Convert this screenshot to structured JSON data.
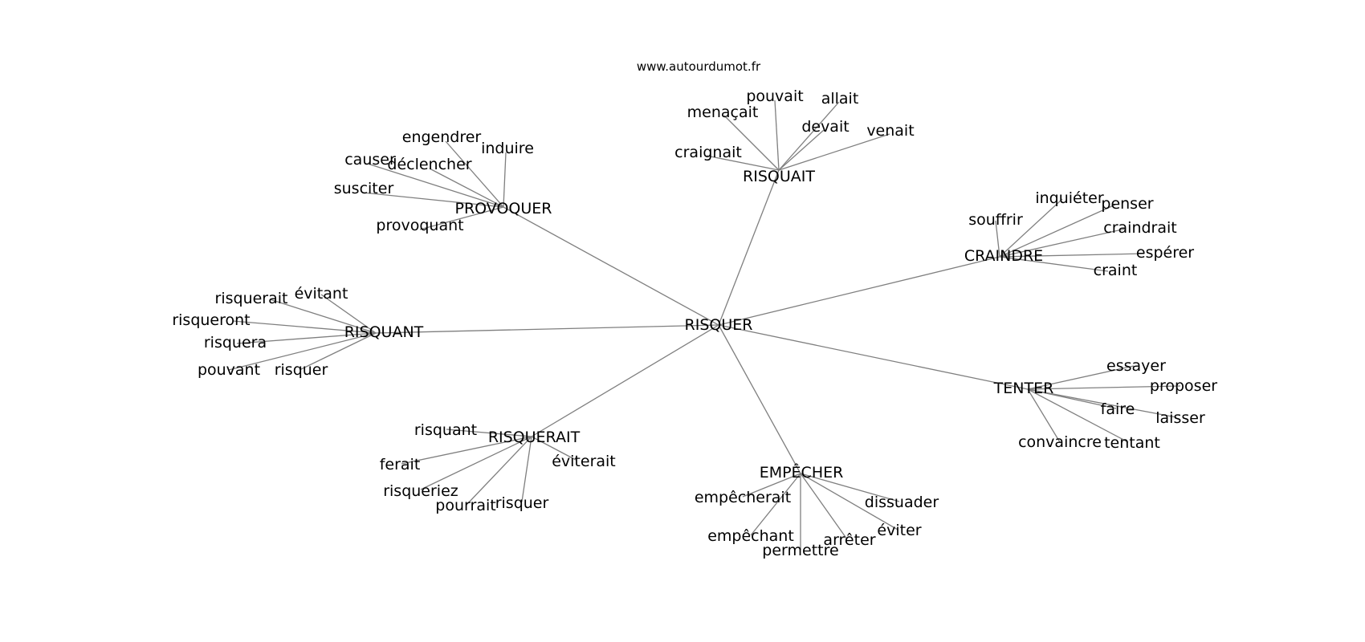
{
  "source": "www.autourdumot.fr",
  "graph": {
    "center": "RISQUER",
    "hubs": [
      {
        "id": "provoquer",
        "label": "PROVOQUER",
        "leaves": [
          "engendrer",
          "induire",
          "causer",
          "déclencher",
          "susciter",
          "provoquant"
        ]
      },
      {
        "id": "risquait",
        "label": "RISQUAIT",
        "leaves": [
          "menaçait",
          "pouvait",
          "allait",
          "devait",
          "venait",
          "craignait"
        ]
      },
      {
        "id": "craindre",
        "label": "CRAINDRE",
        "leaves": [
          "inquiéter",
          "penser",
          "souffrir",
          "craindrait",
          "espérer",
          "craint"
        ]
      },
      {
        "id": "risquant",
        "label": "RISQUANT",
        "leaves": [
          "risquerait",
          "évitant",
          "risqueront",
          "risquera",
          "pouvant",
          "risquer"
        ]
      },
      {
        "id": "tenter",
        "label": "TENTER",
        "leaves": [
          "essayer",
          "proposer",
          "faire",
          "laisser",
          "convaincre",
          "tentant"
        ]
      },
      {
        "id": "risquerait",
        "label": "RISQUERAIT",
        "leaves": [
          "risquant",
          "ferait",
          "éviterait",
          "risqueriez",
          "pourrait",
          "risquer"
        ]
      },
      {
        "id": "empecher",
        "label": "EMPÊCHER",
        "leaves": [
          "empêcherait",
          "dissuader",
          "éviter",
          "empêchant",
          "arrêter",
          "permettre"
        ]
      }
    ]
  }
}
